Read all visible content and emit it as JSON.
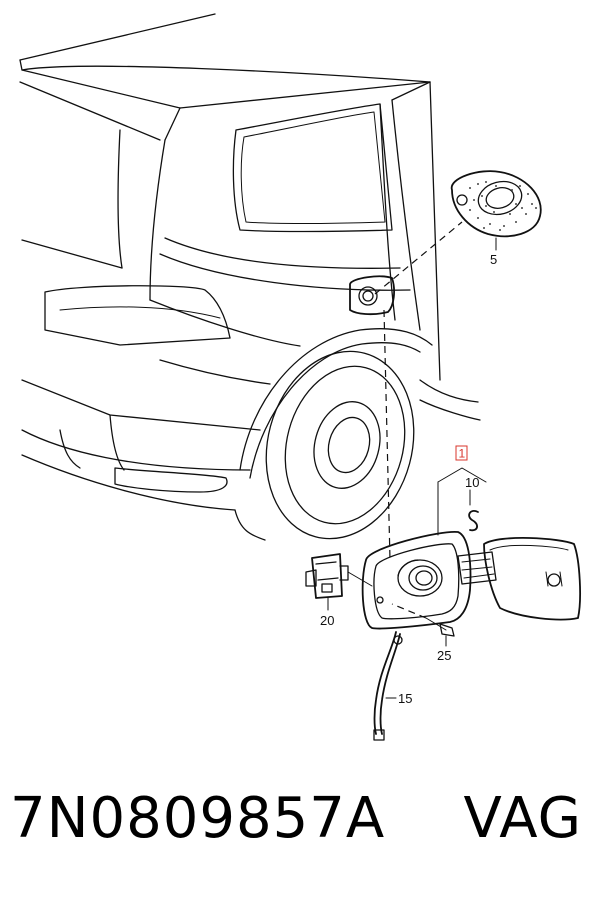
{
  "diagram": {
    "callouts": {
      "assembly": "1",
      "fuel_cap": "5",
      "seal": "10",
      "cable": "15",
      "actuator": "20",
      "screw": "25"
    },
    "assembly_color": "#d9342b"
  },
  "footer": {
    "part_number": "7N0809857A",
    "brand": "VAG"
  }
}
